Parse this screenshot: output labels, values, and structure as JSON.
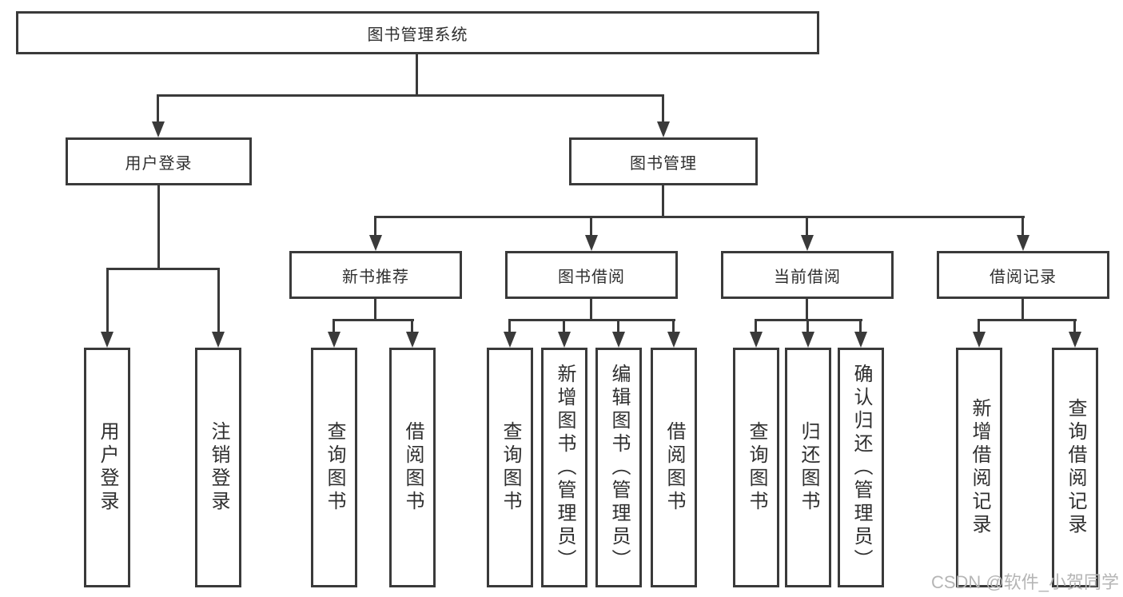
{
  "diagram": {
    "root": {
      "label": "图书管理系统",
      "children": [
        {
          "label": "用户登录",
          "children": [
            {
              "label": "用户登录"
            },
            {
              "label": "注销登录"
            }
          ]
        },
        {
          "label": "图书管理",
          "children": [
            {
              "label": "新书推荐",
              "children": [
                {
                  "label": "查询图书"
                },
                {
                  "label": "借阅图书"
                }
              ]
            },
            {
              "label": "图书借阅",
              "children": [
                {
                  "label": "查询图书"
                },
                {
                  "label": "新增图书（管理员）"
                },
                {
                  "label": "编辑图书（管理员）"
                },
                {
                  "label": "借阅图书"
                }
              ]
            },
            {
              "label": "当前借阅",
              "children": [
                {
                  "label": "查询图书"
                },
                {
                  "label": "归还图书"
                },
                {
                  "label": "确认归还（管理员）"
                }
              ]
            },
            {
              "label": "借阅记录",
              "children": [
                {
                  "label": "新增借阅记录"
                },
                {
                  "label": "查询借阅记录"
                }
              ]
            }
          ]
        }
      ]
    }
  },
  "watermark": {
    "text": "CSDN @软件_小贺同学"
  },
  "colors": {
    "line": "#3a3a3a",
    "text": "#2f2f2f",
    "watermark": "#b5b5b5"
  }
}
